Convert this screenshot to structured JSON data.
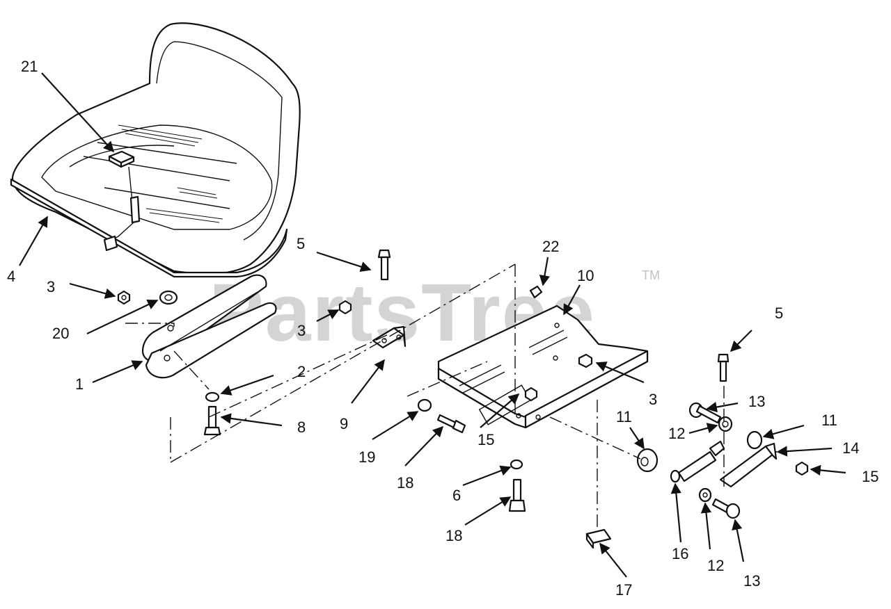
{
  "watermark": {
    "text": "PartsTree",
    "tm": "TM"
  },
  "callouts": [
    {
      "id": "c21a",
      "label": "21"
    },
    {
      "id": "c4",
      "label": "4"
    },
    {
      "id": "c3a",
      "label": "3"
    },
    {
      "id": "c20",
      "label": "20"
    },
    {
      "id": "c1",
      "label": "1"
    },
    {
      "id": "c5a",
      "label": "5"
    },
    {
      "id": "c3b",
      "label": "3"
    },
    {
      "id": "c2",
      "label": "2"
    },
    {
      "id": "c8",
      "label": "8"
    },
    {
      "id": "c9",
      "label": "9"
    },
    {
      "id": "c22",
      "label": "22"
    },
    {
      "id": "c10",
      "label": "10"
    },
    {
      "id": "c3c",
      "label": "3"
    },
    {
      "id": "c15a",
      "label": "15"
    },
    {
      "id": "c19",
      "label": "19"
    },
    {
      "id": "c18a",
      "label": "18"
    },
    {
      "id": "c6",
      "label": "6"
    },
    {
      "id": "c18b",
      "label": "18"
    },
    {
      "id": "c17",
      "label": "17"
    },
    {
      "id": "c11a",
      "label": "11"
    },
    {
      "id": "c5b",
      "label": "5"
    },
    {
      "id": "c13a",
      "label": "13"
    },
    {
      "id": "c12a",
      "label": "12"
    },
    {
      "id": "c11b",
      "label": "11"
    },
    {
      "id": "c14",
      "label": "14"
    },
    {
      "id": "c15b",
      "label": "15"
    },
    {
      "id": "c16",
      "label": "16"
    },
    {
      "id": "c12b",
      "label": "12"
    },
    {
      "id": "c13b",
      "label": "13"
    }
  ]
}
